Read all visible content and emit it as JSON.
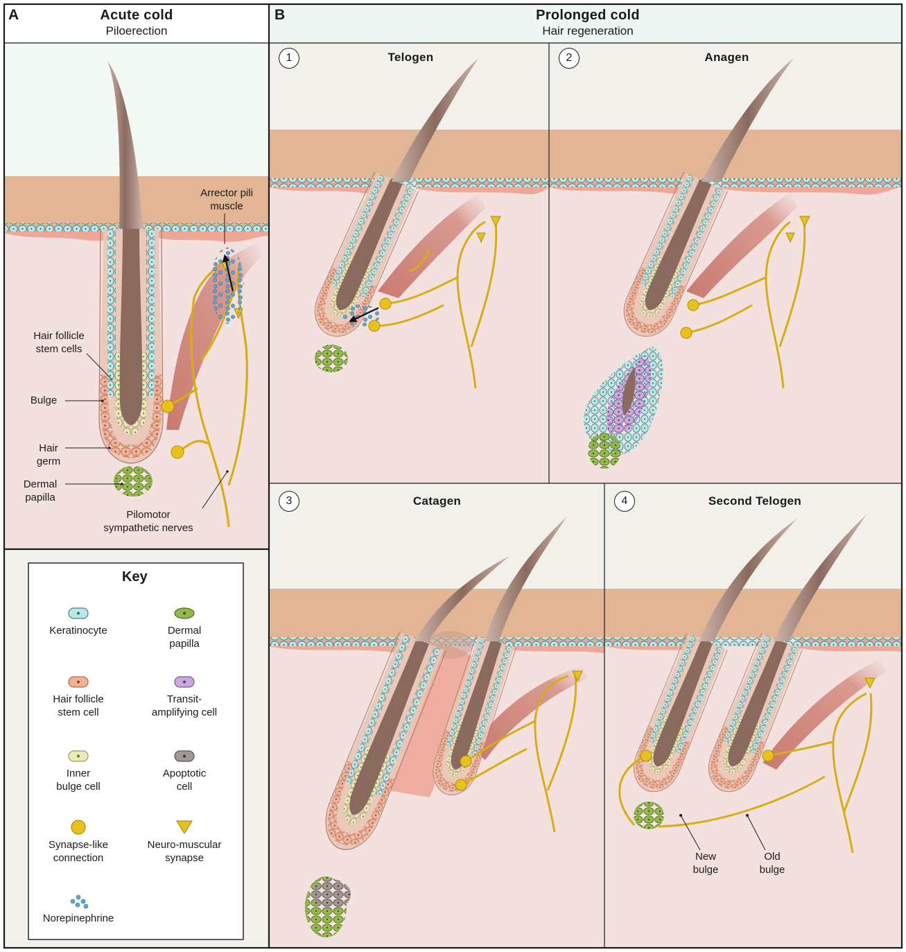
{
  "colors": {
    "sky": "#f2f0ea",
    "sky_a": "#f2f8f4",
    "skin": "#e2b594",
    "dermis": "#f3e1df",
    "keratinocyte": "#bde7e6",
    "stem_cell": "#f1b196",
    "inner_bulge": "#e8eab8",
    "dermal_papilla": "#93b94a",
    "transit_amplifying": "#cba9dc",
    "apoptotic": "#a29893",
    "nerve": "#e8c21a",
    "muscle": "#cf8378",
    "hair": "#8a6a5f",
    "norepinephrine": "#5fa6d2"
  },
  "panel_a": {
    "letter": "A",
    "title": "Acute cold",
    "subtitle": "Piloerection",
    "labels": {
      "arrector_pili": [
        "Arrector pili",
        "muscle"
      ],
      "stem_cells": [
        "Hair follicle",
        "stem cells"
      ],
      "bulge": "Bulge",
      "hair_germ": [
        "Hair",
        "germ"
      ],
      "dermal_papilla": [
        "Dermal",
        "papilla"
      ],
      "nerves": [
        "Pilomotor",
        "sympathetic nerves"
      ]
    }
  },
  "panel_b": {
    "letter": "B",
    "title": "Prolonged cold",
    "subtitle": "Hair regeneration",
    "stages": [
      {
        "num": "1",
        "title": "Telogen"
      },
      {
        "num": "2",
        "title": "Anagen"
      },
      {
        "num": "3",
        "title": "Catagen"
      },
      {
        "num": "4",
        "title": "Second Telogen"
      }
    ],
    "labels": {
      "new_bulge": [
        "New",
        "bulge"
      ],
      "old_bulge": [
        "Old",
        "bulge"
      ]
    }
  },
  "key": {
    "title": "Key",
    "items": [
      {
        "icon": "keratinocyte-icon",
        "label": [
          "Keratinocyte"
        ]
      },
      {
        "icon": "dermal-papilla-icon",
        "label": [
          "Dermal",
          "papilla"
        ]
      },
      {
        "icon": "stem-cell-icon",
        "label": [
          "Hair follicle",
          "stem cell"
        ]
      },
      {
        "icon": "transit-amplifying-icon",
        "label": [
          "Transit-",
          "amplifying cell"
        ]
      },
      {
        "icon": "inner-bulge-icon",
        "label": [
          "Inner",
          "bulge cell"
        ]
      },
      {
        "icon": "apoptotic-icon",
        "label": [
          "Apoptotic",
          "cell"
        ]
      },
      {
        "icon": "synapse-like-icon",
        "label": [
          "Synapse-like",
          "connection"
        ]
      },
      {
        "icon": "neuromuscular-icon",
        "label": [
          "Neuro-muscular",
          "synapse"
        ]
      },
      {
        "icon": "norepinephrine-icon",
        "label": [
          "Norepinephrine"
        ]
      }
    ]
  }
}
